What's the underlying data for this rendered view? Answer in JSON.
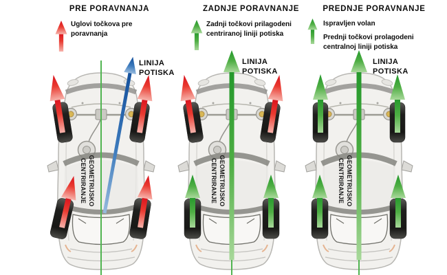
{
  "title_area": {
    "sections": [
      {
        "title": "PRE PORAVNANJA",
        "arrow_icon": "red-up-arrow",
        "bullets": [
          "Uglovi točkova pre poravnanja"
        ]
      },
      {
        "title": "ZADNJE PORAVNANJE",
        "arrow_icon": "green-up-arrow",
        "bullets": [
          "Zadnji točkovi prilagodeni centriranoj liniji potiska"
        ]
      },
      {
        "title": "PREDNJE PORAVNANJE",
        "arrow_icon": "green-up-arrow",
        "bullets": [
          "Ispravljen volan",
          "Prednji točkovi prolagodeni centralnoj liniji potiska"
        ]
      }
    ]
  },
  "cars": [
    {
      "name": "pre-poravnanja-car",
      "thrust_line_label": "LINIJA POTISKA",
      "body_label": "GEOMETRIJSKO CENTRIRANJE",
      "center_line": "thin-green-line",
      "thrust_line": "blue-tilted-arrow",
      "front_arrow_color": "red",
      "rear_arrow_color": "red",
      "front_wheel_tilt": [
        -9,
        9
      ],
      "rear_wheel_tilt": [
        13,
        9
      ],
      "front_arrow_tilt": [
        -9,
        9
      ],
      "rear_arrow_tilt": [
        13,
        9
      ]
    },
    {
      "name": "zadnje-poravnanje-car",
      "thrust_line_label": "LINIJA POTISKA",
      "body_label": "GEOMETRIJSKO CENTRIRANJE",
      "center_line": "thick-green-arrow",
      "thrust_line": "green-center-arrow",
      "front_arrow_color": "red",
      "rear_arrow_color": "green",
      "front_wheel_tilt": [
        -9,
        9
      ],
      "rear_wheel_tilt": [
        0,
        0
      ],
      "front_arrow_tilt": [
        -9,
        9
      ],
      "rear_arrow_tilt": [
        0,
        0
      ]
    },
    {
      "name": "prednje-poravnanje-car",
      "thrust_line_label": "LINIJA POTISKA",
      "body_label": "GEOMETRIJSKO CENTRIRANJE",
      "center_line": "thick-green-arrow",
      "thrust_line": "green-center-arrow",
      "front_arrow_color": "green",
      "rear_arrow_color": "green",
      "front_wheel_tilt": [
        0,
        0
      ],
      "rear_wheel_tilt": [
        0,
        0
      ],
      "front_arrow_tilt": [
        0,
        0
      ],
      "rear_arrow_tilt": [
        0,
        0
      ]
    }
  ],
  "colors": {
    "red_arrow": "#e2211c",
    "green_arrow": "#3aaa35",
    "blue_thrust_line": "#1c5fa8",
    "center_line_green": "#50b450",
    "text": "#0b0b0b",
    "background": "#ffffff"
  }
}
